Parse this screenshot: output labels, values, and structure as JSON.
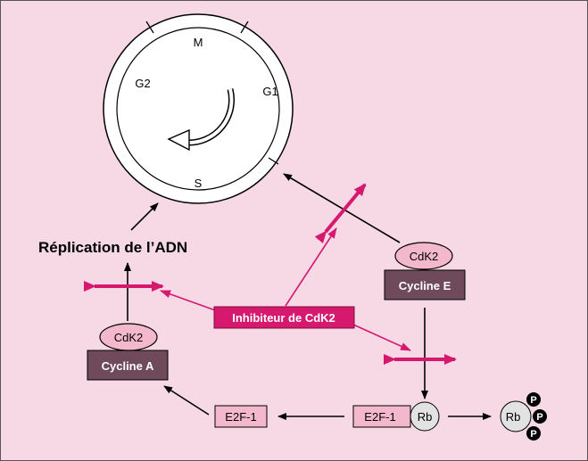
{
  "cycle": {
    "phase_m": "M",
    "phase_g1": "G1",
    "phase_g2": "G2",
    "phase_s": "S"
  },
  "labels": {
    "replication": "Réplication de l’ADN",
    "inhibitor": "Inhibiteur de CdK2",
    "cdk2_e": "CdK2",
    "cyclin_e": "Cycline E",
    "cdk2_a": "CdK2",
    "cyclin_a": "Cycline A",
    "e2f_left": "E2F-1",
    "e2f_mid": "E2F-1",
    "rb": "Rb",
    "rb_p": "Rb",
    "phospho": "P"
  },
  "colors": {
    "background": "#f6d9e4",
    "magenta": "#d6186f",
    "cyclin_box": "#6e4a5a",
    "cdk_oval": "#f3b8cc",
    "e2f_box": "#f3b8cc",
    "rb_circle": "#e2e2e2",
    "arrow": "#000000"
  }
}
